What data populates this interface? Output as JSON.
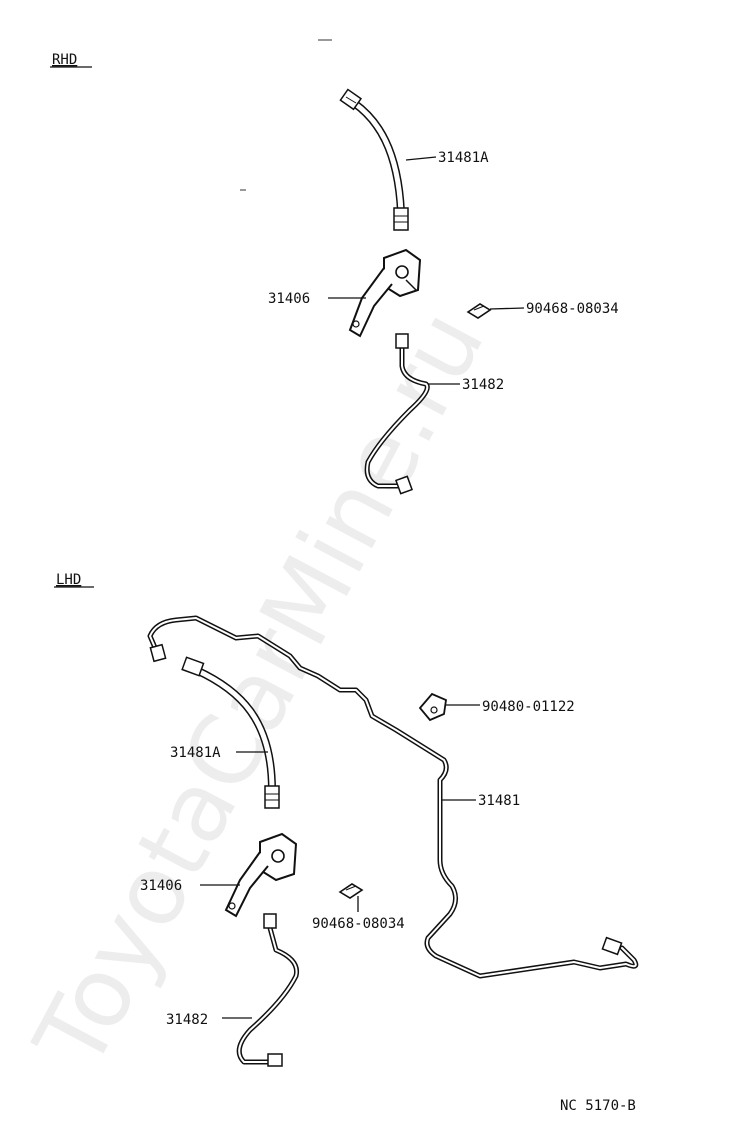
{
  "sections": {
    "rhd": {
      "label": "RHD"
    },
    "lhd": {
      "label": "LHD"
    }
  },
  "parts": {
    "rhd_hose": "31481A",
    "rhd_bracket": "31406",
    "rhd_clip": "90468-08034",
    "rhd_tube": "31482",
    "lhd_union": "90480-01122",
    "lhd_hose": "31481A",
    "lhd_main_tube": "31481",
    "lhd_bracket": "31406",
    "lhd_clip": "90468-08034",
    "lhd_tube": "31482"
  },
  "footer": {
    "code": "NC 5170-B"
  },
  "watermark": "ToyotaCarMine.ru"
}
